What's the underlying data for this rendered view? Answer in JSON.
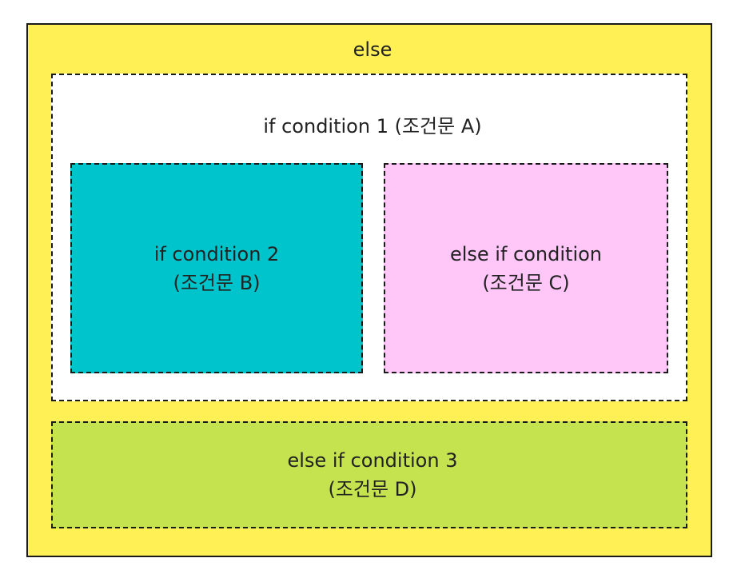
{
  "diagram": {
    "outer": {
      "label": "else",
      "color": "#fff155"
    },
    "condition_a": {
      "label": "if condition 1 (조건문 A)",
      "color": "#ffffff"
    },
    "condition_b": {
      "line1": "if condition 2",
      "line2": "(조건문 B)",
      "color": "#00c4cb"
    },
    "condition_c": {
      "line1": "else if condition",
      "line2": "(조건문 C)",
      "color": "#ffc6f8"
    },
    "condition_d": {
      "line1": "else if condition 3",
      "line2": "(조건문 D)",
      "color": "#c4e34f"
    }
  }
}
